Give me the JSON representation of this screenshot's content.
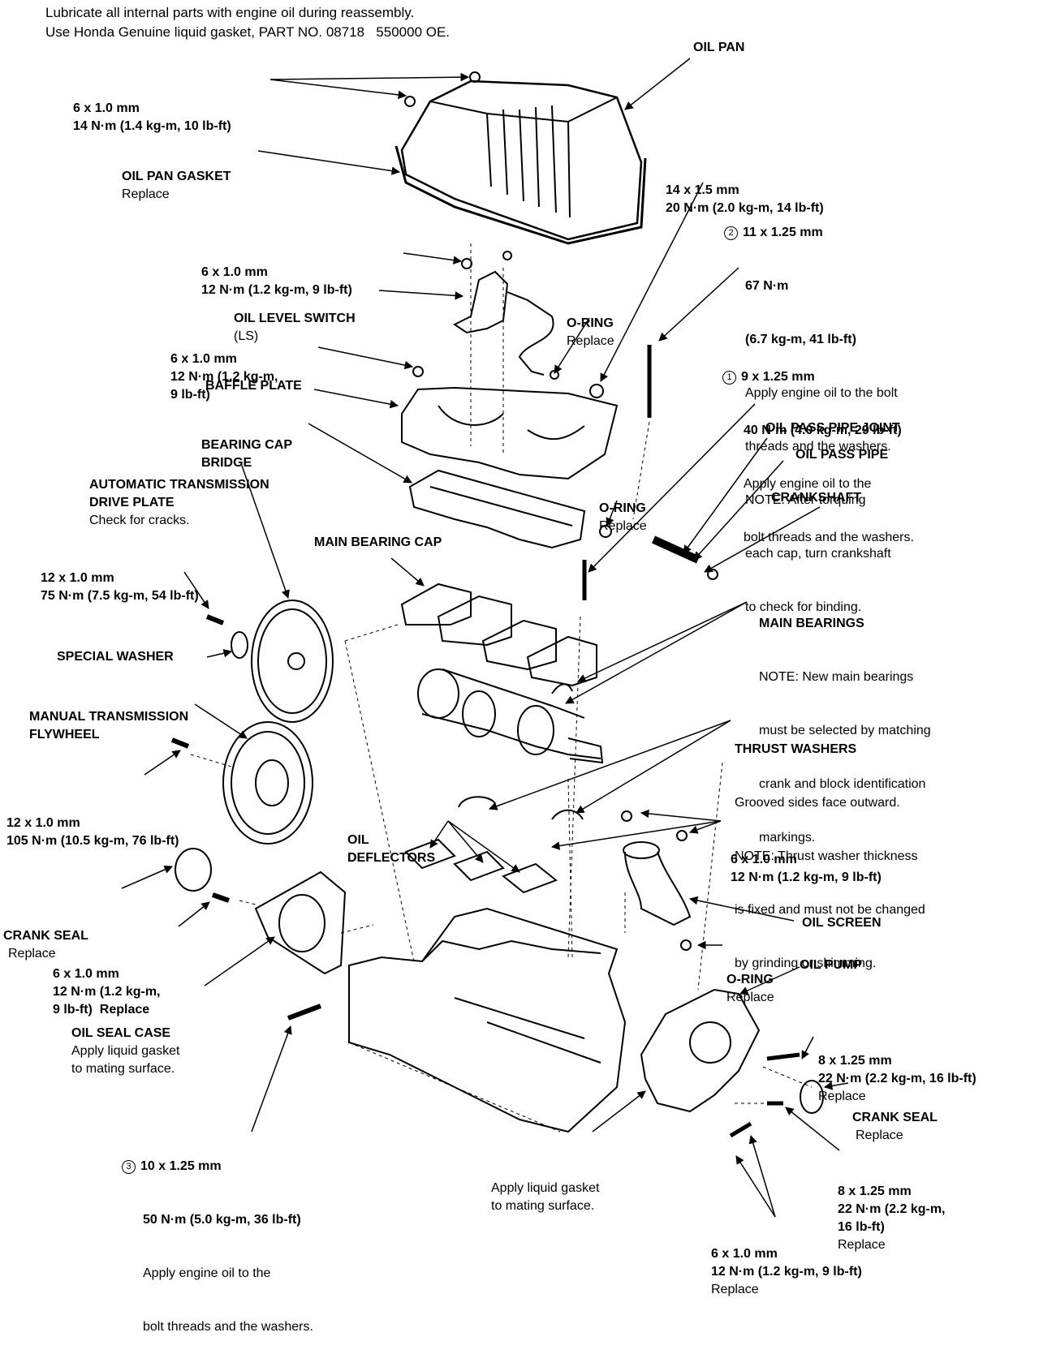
{
  "header": {
    "line1": "Lubricate all internal parts with engine oil during reassembly.",
    "line2": "Use Honda Genuine liquid gasket, PART NO. 08718   550000 OE."
  },
  "labels": {
    "oil_pan": "OIL PAN",
    "pan_bolt": {
      "size": "6 x 1.0 mm",
      "torque": "14 N·m (1.4 kg-m, 10 lb-ft)"
    },
    "pan_gasket": {
      "name": "OIL PAN GASKET",
      "note": "Replace"
    },
    "bolt_14x15": {
      "size": "14 x 1.5 mm",
      "torque": "20 N·m (2.0 kg-m, 14 lb-ft)"
    },
    "bolt_11x125": {
      "num": "2",
      "size": "11 x 1.25 mm",
      "torque1": "67 N·m",
      "torque2": "(6.7 kg-m, 41 lb-ft)",
      "note1": "Apply engine oil to the bolt",
      "note2": "threads and the washers.",
      "note3": "NOTE: After torquing",
      "note4": "each cap, turn crankshaft",
      "note5": "to check for binding."
    },
    "bolt_9x125": {
      "num": "1",
      "size": "9 x 1.25 mm",
      "torque": "40 N·m (4.0 kg-m, 29 lb-ft)",
      "note1": "Apply engine oil to the",
      "note2": "bolt threads and the washers."
    },
    "ls_bolt": {
      "size": "6 x 1.0 mm",
      "torque": "12 N·m (1.2 kg-m, 9 lb-ft)"
    },
    "oil_level_switch": {
      "name": "OIL LEVEL SWITCH",
      "note": "(LS)"
    },
    "oring1": {
      "name": "O-RING",
      "note": "Replace"
    },
    "baffle_bolt": {
      "size": "6 x 1.0 mm",
      "torque1": "12 N·m (1.2 kg-m,",
      "torque2": "9 lb-ft)"
    },
    "baffle_plate": "BAFFLE PLATE",
    "bearing_cap_bridge": {
      "line1": "BEARING CAP",
      "line2": "BRIDGE"
    },
    "at_drive_plate": {
      "line1": "AUTOMATIC TRANSMISSION",
      "line2": "DRIVE PLATE",
      "note": "Check for cracks."
    },
    "oring2": {
      "name": "O-RING",
      "note": "Replace"
    },
    "oil_pass_pipe_joint": "OIL PASS PIPE JOINT",
    "oil_pass_pipe": "OIL PASS PIPE",
    "crankshaft": "CRANKSHAFT",
    "dp_bolt": {
      "size": "12 x 1.0 mm",
      "torque": "75 N·m (7.5 kg-m, 54 lb-ft)"
    },
    "main_bearing_cap": "MAIN BEARING CAP",
    "main_bearings": {
      "name": "MAIN BEARINGS",
      "note1": "NOTE: New main bearings",
      "note2": "must be selected by matching",
      "note3": "crank and block identification",
      "note4": "markings."
    },
    "special_washer": "SPECIAL WASHER",
    "mt_flywheel": {
      "line1": "MANUAL TRANSMISSION",
      "line2": "FLYWHEEL"
    },
    "thrust_washers": {
      "name": "THRUST WASHERS",
      "note1": "Grooved sides face outward.",
      "note2": "NOTE: Thrust washer thickness",
      "note3": "is fixed and must not be changed",
      "note4": "by grinding or shimming."
    },
    "fw_bolt": {
      "size": "12 x 1.0 mm",
      "torque": "105 N·m (10.5 kg-m, 76 lb-ft)"
    },
    "oil_deflectors": {
      "line1": "OIL",
      "line2": "DEFLECTORS"
    },
    "screen_bolt": {
      "size": "6 x 1.0 mm",
      "torque": "12 N·m (1.2 kg-m, 9 lb-ft)"
    },
    "crank_seal_left": {
      "name": "CRANK SEAL",
      "note": "Replace"
    },
    "seal_case_bolt": {
      "size": "6 x 1.0 mm",
      "torque1": "12 N·m (1.2 kg-m,",
      "torque2": "9 lb-ft)  Replace"
    },
    "oil_screen": "OIL SCREEN",
    "oring3": {
      "name": "O-RING",
      "note": "Replace"
    },
    "oil_pump": "OIL PUMP",
    "oil_seal_case": {
      "name": "OIL SEAL CASE",
      "note1": "Apply liquid gasket",
      "note2": "to mating surface."
    },
    "pump_bolt1": {
      "size": "8 x 1.25 mm",
      "torque": "22 N·m (2.2 kg-m, 16 lb-ft)",
      "note": "Replace"
    },
    "crank_seal_right": {
      "name": "CRANK SEAL",
      "note": "Replace"
    },
    "bolt_10x125": {
      "num": "3",
      "size": "10 x 1.25 mm",
      "torque": "50 N·m (5.0 kg-m, 36 lb-ft)",
      "note1": "Apply engine oil to the",
      "note2": "bolt threads and the washers."
    },
    "apply_gasket": {
      "line1": "Apply liquid gasket",
      "line2": "to mating surface."
    },
    "pump_bolt2": {
      "size": "8 x 1.25 mm",
      "torque1": "22 N·m (2.2 kg-m,",
      "torque2": "16 lb-ft)",
      "note": "Replace"
    },
    "pump_bolt3": {
      "size": "6 x 1.0 mm",
      "torque": "12 N·m (1.2 kg-m, 9 lb-ft)",
      "note": "Replace"
    }
  }
}
